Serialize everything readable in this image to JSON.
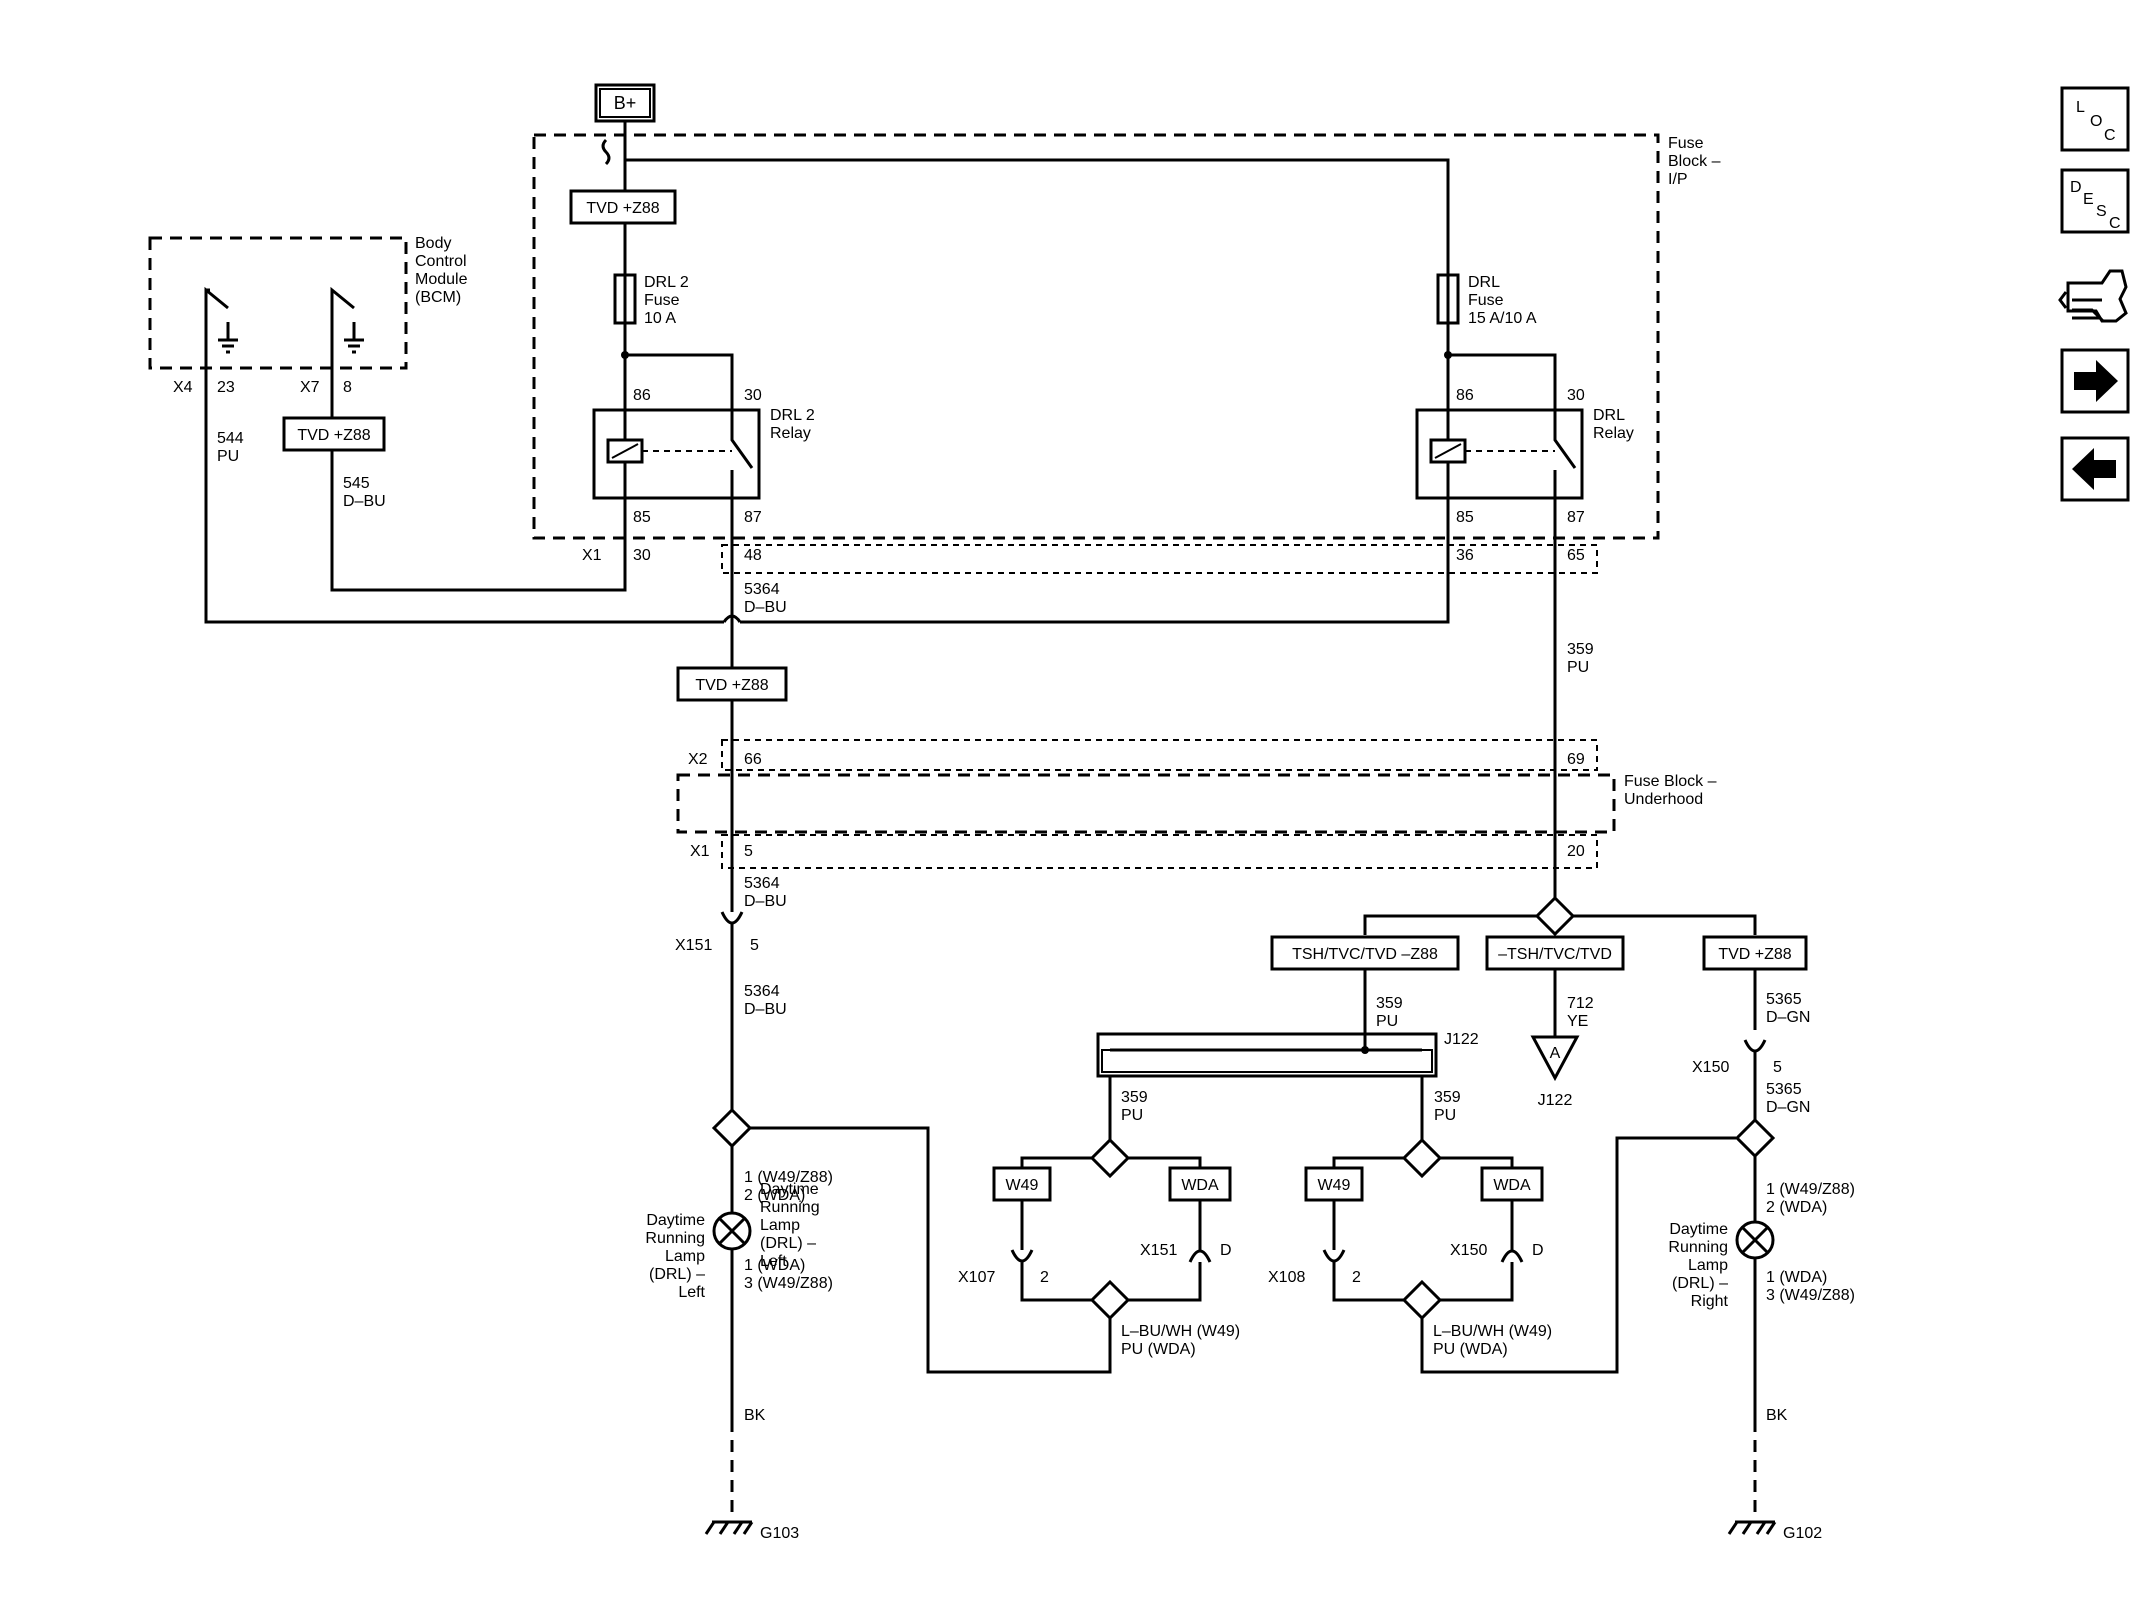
{
  "labels": {
    "bplus": "B+",
    "fuse_block_ip": [
      "Fuse",
      "Block –",
      "I/P"
    ],
    "bcm": [
      "Body",
      "Control",
      "Module",
      "(BCM)"
    ],
    "fuse_block_uh": [
      "Fuse Block –",
      "Underhood"
    ],
    "drl2_fuse": [
      "DRL 2",
      "Fuse",
      "10 A"
    ],
    "drl_fuse": [
      "DRL",
      "Fuse",
      "15 A/10 A"
    ],
    "drl2_relay": [
      "DRL 2",
      "Relay"
    ],
    "drl_relay": [
      "DRL",
      "Relay"
    ],
    "lamp_left": [
      "Daytime",
      "Running",
      "Lamp",
      "(DRL) –",
      "Left"
    ],
    "lamp_right": [
      "Daytime",
      "Running",
      "Lamp",
      "(DRL) –",
      "Right"
    ],
    "lamp_left_pins_top": [
      "1 (W49/Z88)",
      "2 (WDA)"
    ],
    "lamp_left_pins_bot": [
      "1 (WDA)",
      "3 (W49/Z88)"
    ],
    "lamp_left_overlap": [
      "Daytime",
      "Running",
      "Lamp",
      "(DRL) –",
      "Left"
    ],
    "lamp_right_pins_top": [
      "1 (W49/Z88)",
      "2 (WDA)"
    ],
    "lamp_right_pins_bot": [
      "1 (WDA)",
      "3 (W49/Z88)"
    ],
    "g103": "G103",
    "g102": "G102",
    "j122": "J122",
    "j122_ref": "J122",
    "offpage": "A"
  },
  "option_boxes": {
    "tvd_top": "TVD +Z88",
    "tvd_bcm": "TVD +Z88",
    "tvd_mid": "TVD +Z88",
    "tsh_tvc": "TSH/TVC/TVD –Z88",
    "neg_tsh": "–TSH/TVC/TVD",
    "tvd_right": "TVD +Z88",
    "w49_a": "W49",
    "wda_a": "WDA",
    "w49_b": "W49",
    "wda_b": "WDA"
  },
  "wires": {
    "w544": [
      "544",
      "PU"
    ],
    "w545": [
      "545",
      "D–BU"
    ],
    "w5364_a": [
      "5364",
      "D–BU"
    ],
    "w5364_b": [
      "5364",
      "D–BU"
    ],
    "w5364_c": [
      "5364",
      "D–BU"
    ],
    "w359_a": [
      "359",
      "PU"
    ],
    "w359_b": [
      "359",
      "PU"
    ],
    "w359_c": [
      "359",
      "PU"
    ],
    "w359_d": [
      "359",
      "PU"
    ],
    "w712": [
      "712",
      "YE"
    ],
    "w5365_a": [
      "5365",
      "D–GN"
    ],
    "w5365_b": [
      "5365",
      "D–GN"
    ],
    "bk_left": "BK",
    "bk_right": "BK",
    "lbu_a": [
      "L–BU/WH (W49)",
      "PU (WDA)"
    ],
    "lbu_b": [
      "L–BU/WH (W49)",
      "PU (WDA)"
    ]
  },
  "pins": {
    "p23": "23",
    "p8": "8",
    "x4": "X4",
    "x7": "X7",
    "p86a": "86",
    "p30a": "30",
    "p85a": "85",
    "p87a": "87",
    "p86b": "86",
    "p30b": "30",
    "p85b": "85",
    "p87b": "87",
    "x1_top": "X1",
    "p30c": "30",
    "p48": "48",
    "p36": "36",
    "p65": "65",
    "x2": "X2",
    "p66": "66",
    "p69": "69",
    "x1_uh": "X1",
    "p5": "5",
    "p20": "20",
    "x151_top": "X151",
    "p5b": "5",
    "x150_top": "X150",
    "p5c": "5",
    "x107": "X107",
    "p2a": "2",
    "x151_b": "X151",
    "pDa": "D",
    "x108": "X108",
    "p2b": "2",
    "x150_b": "X150",
    "pDb": "D"
  },
  "nav": {
    "loc": [
      "L",
      "O",
      "C"
    ],
    "desc": [
      "D",
      "E",
      "S",
      "C"
    ],
    "diag_icon": "harness-diagnostic-icon",
    "next_icon": "arrow-right-icon",
    "prev_icon": "arrow-left-icon"
  }
}
